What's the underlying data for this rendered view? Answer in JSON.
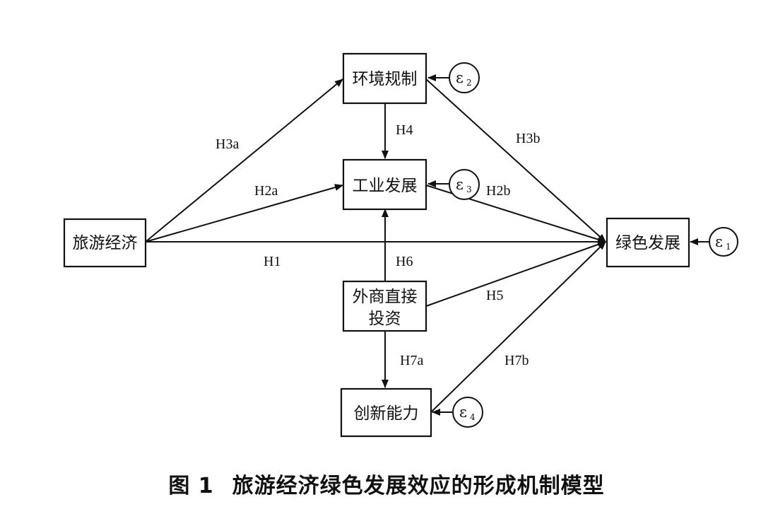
{
  "nodes": {
    "tourism_economy": "旅游经济",
    "env_regulation": "环境规制",
    "industrial_dev": "工业发展",
    "green_dev": "绿色发展",
    "fdi_line1": "外商直接",
    "fdi_line2": "投资",
    "innovation": "创新能力"
  },
  "errors": {
    "e1": {
      "symbol": "ε",
      "sub": "1"
    },
    "e2": {
      "symbol": "ε",
      "sub": "2"
    },
    "e3": {
      "symbol": "ε",
      "sub": "3"
    },
    "e4": {
      "symbol": "ε",
      "sub": "4"
    }
  },
  "edges": {
    "H1": "H1",
    "H2a": "H2a",
    "H2b": "H2b",
    "H3a": "H3a",
    "H3b": "H3b",
    "H4": "H4",
    "H5": "H5",
    "H6": "H6",
    "H7a": "H7a",
    "H7b": "H7b"
  },
  "caption": {
    "number": "图 1",
    "title": "旅游经济绿色发展效应的形成机制模型"
  }
}
